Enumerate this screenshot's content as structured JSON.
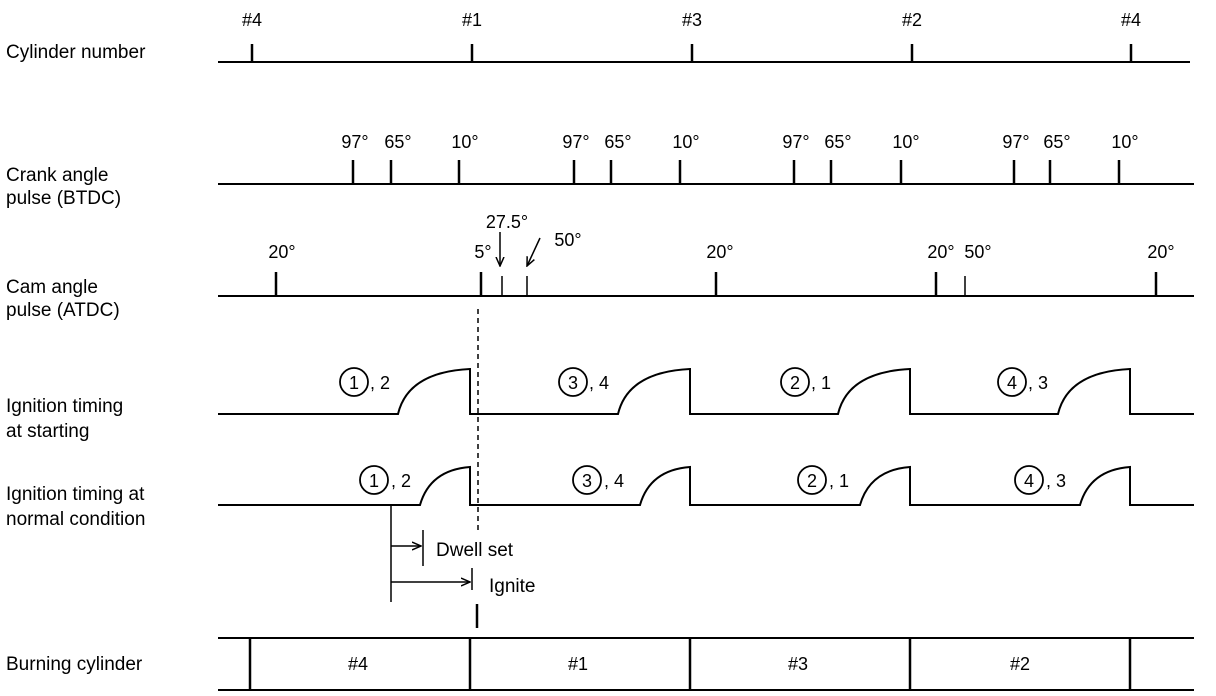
{
  "rows": {
    "cylinder_number": {
      "label": "Cylinder number",
      "marks": [
        "#4",
        "#1",
        "#3",
        "#2",
        "#4"
      ]
    },
    "crank_angle": {
      "label_line1": "Crank angle",
      "label_line2": "pulse (BTDC)",
      "marks": [
        "97°",
        "65°",
        "10°",
        "97°",
        "65°",
        "10°",
        "97°",
        "65°",
        "10°",
        "97°",
        "65°",
        "10°"
      ]
    },
    "cam_angle": {
      "label_line1": "Cam angle",
      "label_line2": "pulse (ATDC)",
      "marks": [
        "20°",
        "5°",
        "27.5°",
        "50°",
        "20°",
        "20°",
        "50°",
        "20°"
      ]
    },
    "ignition_starting": {
      "label_line1": "Ignition timing",
      "label_line2": "at starting",
      "pulses": [
        {
          "circled": "1",
          "second": ", 2"
        },
        {
          "circled": "3",
          "second": ", 4"
        },
        {
          "circled": "2",
          "second": ", 1"
        },
        {
          "circled": "4",
          "second": ", 3"
        }
      ]
    },
    "ignition_normal": {
      "label_line1": "Ignition timing at",
      "label_line2": "normal condition",
      "pulses": [
        {
          "circled": "1",
          "second": ", 2"
        },
        {
          "circled": "3",
          "second": ", 4"
        },
        {
          "circled": "2",
          "second": ", 1"
        },
        {
          "circled": "4",
          "second": ", 3"
        }
      ]
    },
    "burning_cylinder": {
      "label": "Burning cylinder",
      "cells": [
        "#4",
        "#1",
        "#3",
        "#2"
      ]
    }
  },
  "annotations": {
    "dwell_set": "Dwell set",
    "ignite": "Ignite"
  }
}
